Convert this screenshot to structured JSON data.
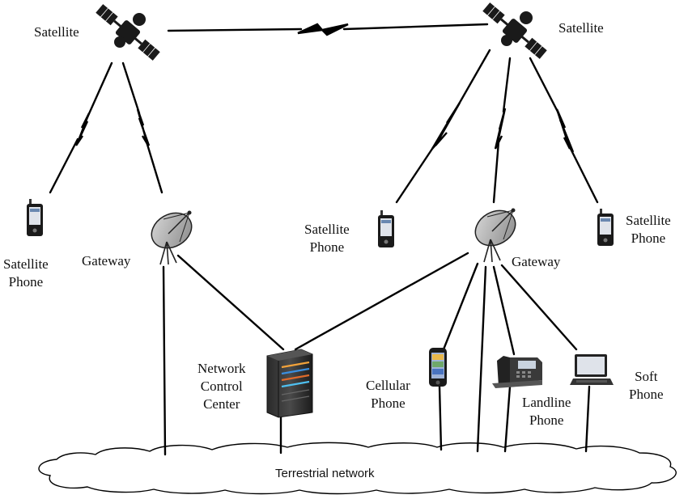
{
  "labels": {
    "satellite_left": "Satellite",
    "satellite_right": "Satellite",
    "sat_phone_left": [
      "Satellite",
      "Phone"
    ],
    "gateway_left": "Gateway",
    "sat_phone_mid": [
      "Satellite",
      "Phone"
    ],
    "gateway_right": "Gateway",
    "sat_phone_right": [
      "Satellite",
      "Phone"
    ],
    "ncc": [
      "Network",
      "Control",
      "Center"
    ],
    "cellular": [
      "Cellular",
      "Phone"
    ],
    "landline": [
      "Landline",
      "Phone"
    ],
    "soft_phone": [
      "Soft",
      "Phone"
    ],
    "terrestrial": "Terrestrial network"
  },
  "icons": {
    "satellite": "satellite-icon",
    "dish": "satellite-dish-icon",
    "phone": "satellite-phone-icon",
    "server": "server-rack-icon",
    "smartphone": "smartphone-icon",
    "desk_phone": "desk-phone-icon",
    "laptop": "laptop-icon",
    "cloud": "cloud-icon",
    "wireless": "lightning-link-icon"
  },
  "colors": {
    "line": "#000000",
    "panel": "#1a1a1a",
    "server_lights": [
      "#f2a23a",
      "#3a8fe0",
      "#e06a2a",
      "#4fc0f0"
    ]
  }
}
